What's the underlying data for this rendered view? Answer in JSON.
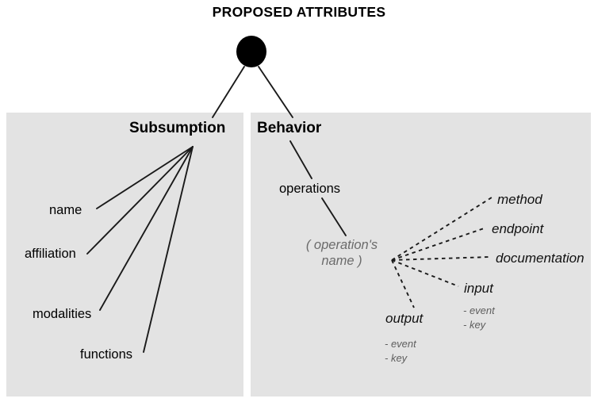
{
  "diagram": {
    "title": "PROPOSED ATTRIBUTES",
    "root": {
      "shape": "filled-circle",
      "label": ""
    },
    "colors": {
      "panel_background": "#e3e3e3",
      "page_background": "#ffffff",
      "text_primary": "#000000",
      "text_muted": "#6b6b6b",
      "edge": "#1a1a1a"
    },
    "panels": {
      "left": {
        "heading": "Subsumption",
        "attributes": [
          {
            "label": "name"
          },
          {
            "label": "affiliation"
          },
          {
            "label": "modalities"
          },
          {
            "label": "functions"
          }
        ]
      },
      "right": {
        "heading": "Behavior",
        "child": "operations",
        "placeholder": "( operation's name )",
        "attributes": [
          {
            "label": "method",
            "sub": []
          },
          {
            "label": "endpoint",
            "sub": []
          },
          {
            "label": "documentation",
            "sub": []
          },
          {
            "label": "input",
            "sub": [
              "- event",
              "- key"
            ]
          },
          {
            "label": "output",
            "sub": [
              "- event",
              "- key"
            ]
          }
        ]
      }
    }
  }
}
